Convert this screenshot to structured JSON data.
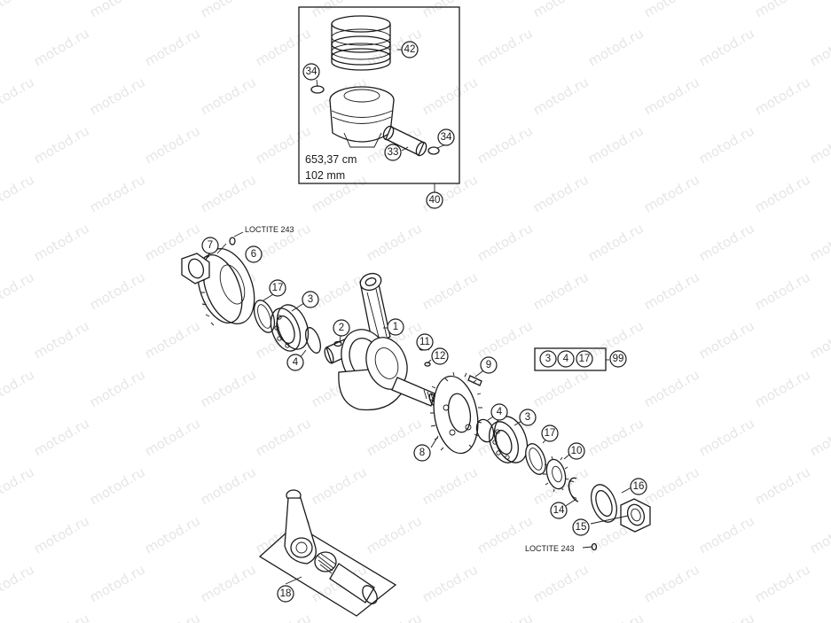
{
  "watermark": "motod.ru",
  "piston_box": {
    "displacement": "653,37 cm",
    "bore": "102 mm"
  },
  "notes": {
    "loctite_top": "LOCTITE 243",
    "loctite_bottom": "LOCTITE 243"
  },
  "callouts": {
    "c42": "42",
    "c34a": "34",
    "c34b": "34",
    "c33": "33",
    "c40": "40",
    "c7": "7",
    "c6": "6",
    "c17a": "17",
    "c3a": "3",
    "c2": "2",
    "c1": "1",
    "c4a": "4",
    "c11": "11",
    "c12": "12",
    "c9": "9",
    "c4b": "4",
    "c3b": "3",
    "c8": "8",
    "c17b": "17",
    "c10": "10",
    "c14": "14",
    "c16": "16",
    "c15": "15",
    "c18": "18"
  },
  "kit": {
    "items": [
      "3",
      "4",
      "17"
    ],
    "result": "99"
  }
}
